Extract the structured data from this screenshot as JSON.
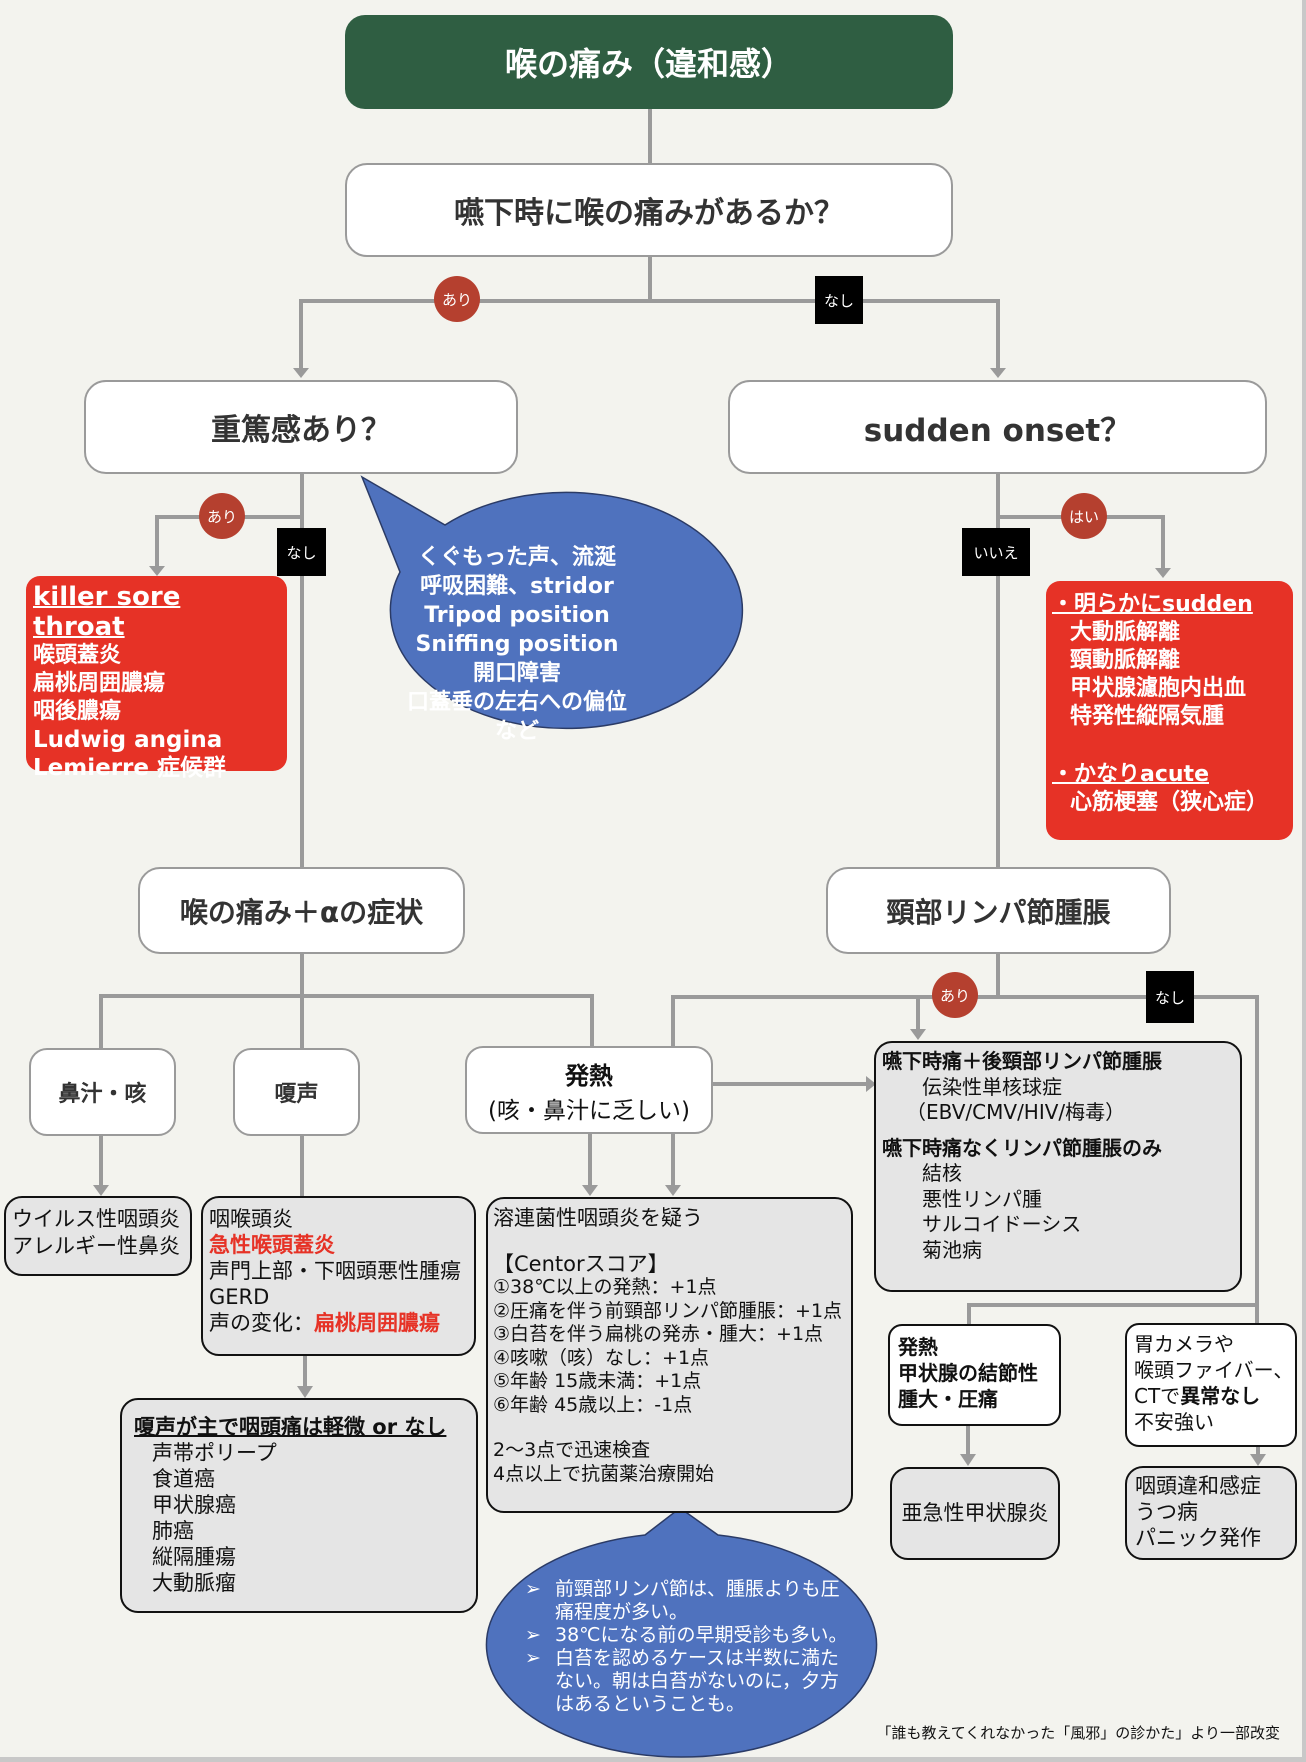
{
  "title": "喉の痛み（違和感）",
  "q1": "嚥下時に喉の痛みがあるか？",
  "labels": {
    "yes": "あり",
    "no": "なし",
    "hai": "はい",
    "iie": "いいえ"
  },
  "severity": {
    "question": "重篤感あり？",
    "killer": {
      "heading": "killer sore throat",
      "items": [
        "喉頭蓋炎",
        "扁桃周囲膿瘍",
        "咽後膿瘍",
        "Ludwig angina",
        "Lemierre 症候群"
      ]
    },
    "bubble": [
      "くぐもった声、流涎",
      "呼吸困難、stridor",
      "Tripod position",
      "Sniffing position",
      "開口障害",
      "口蓋垂の左右への偏位",
      "など"
    ]
  },
  "sudden": {
    "question": "sudden onset？",
    "group1_heading": "・明らかにsudden",
    "group1_items": [
      "大動脈解離",
      "頸動脈解離",
      "甲状腺濾胞内出血",
      "特発性縦隔気腫"
    ],
    "group2_heading": "・かなりacute",
    "group2_items": [
      "心筋梗塞（狭心症）"
    ]
  },
  "plus_alpha": {
    "title": "喉の痛み＋αの症状",
    "nasal": "鼻汁・咳",
    "hoarse": "嗄声",
    "fever_title": "発熱",
    "fever_sub": "(咳・鼻汁に乏しい)"
  },
  "viral_box": [
    "ウイルス性咽頭炎",
    "アレルギー性鼻炎"
  ],
  "hoarse_box": {
    "l1": "咽喉頭炎",
    "l2": "急性喉頭蓋炎",
    "l3": "声門上部・下咽頭悪性腫瘍",
    "l4": "GERD",
    "l5_prefix": "声の変化：",
    "l5_red": "扁桃周囲膿瘍"
  },
  "hoarse_main": {
    "heading": "嗄声が主で咽頭痛は軽微 or なし",
    "items": [
      "声帯ポリープ",
      "食道癌",
      "甲状腺癌",
      "肺癌",
      "縦隔腫瘍",
      "大動脈瘤"
    ]
  },
  "centor": {
    "suspect": "溶連菌性咽頭炎を疑う",
    "heading": "【Centorスコア】",
    "items": [
      "①38℃以上の発熱：+1点",
      "②圧痛を伴う前頸部リンパ節腫脹：+1点",
      "③白苔を伴う扁桃の発赤・腫大：+1点",
      "④咳嗽（咳）なし：+1点",
      "⑤年齢 15歳未満：+1点",
      "⑥年齢 45歳以上：-1点"
    ],
    "rule1": "2～3点で迅速検査",
    "rule2": "4点以上で抗菌薬治療開始"
  },
  "centor_bubble": [
    "前頸部リンパ節は、腫脹よりも圧痛程度が多い。",
    "38℃になる前の早期受診も多い。",
    "白苔を認めるケースは半数に満たない。朝は白苔がないのに，夕方はあるということも。"
  ],
  "lymph": {
    "title": "頸部リンパ節腫脹",
    "h1": "嚥下時痛＋後頸部リンパ節腫脹",
    "h1_items": [
      "伝染性単核球症",
      "（EBV/CMV/HIV/梅毒）"
    ],
    "h2": "嚥下時痛なくリンパ節腫脹のみ",
    "h2_items": [
      "結核",
      "悪性リンパ腫",
      "サルコイドーシス",
      "菊池病"
    ]
  },
  "thyroid": {
    "cond": [
      "発熱",
      "甲状腺の結節性",
      "腫大・圧痛"
    ],
    "result": "亜急性甲状腺炎"
  },
  "anxiety": {
    "cond1": "胃カメラや",
    "cond2": "喉頭ファイバー、",
    "cond3_prefix": "CTで",
    "cond3_bold": "異常なし",
    "cond4": "不安強い",
    "results": [
      "咽頭違和感症",
      "うつ病",
      "パニック発作"
    ]
  },
  "source": "「誰も教えてくれなかった「風邪」の診かた」より一部改変",
  "colors": {
    "title_bg": "#2f5e42",
    "red_box": "#e63226",
    "yes_circle": "#b5402f",
    "bubble": "#4f72be",
    "line": "#9a9a9a"
  }
}
